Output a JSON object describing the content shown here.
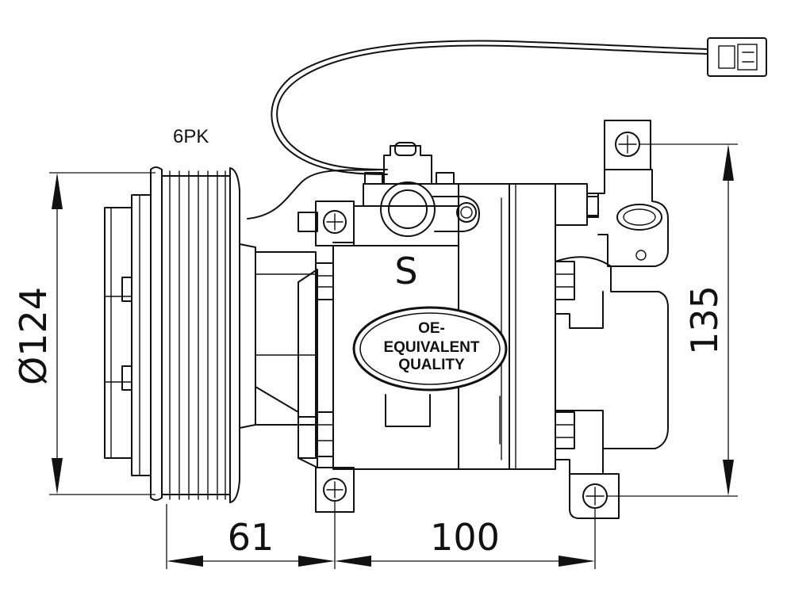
{
  "diagram": {
    "pulley_label": "6PK",
    "valve_mark": "S",
    "badge": {
      "line1": "OE-",
      "line2": "EQUIVALENT",
      "line3": "QUALITY"
    },
    "dimensions": {
      "pulley_diameter": "Ø124",
      "height": "135",
      "pulley_to_mount": "61",
      "mount_spacing": "100"
    }
  }
}
